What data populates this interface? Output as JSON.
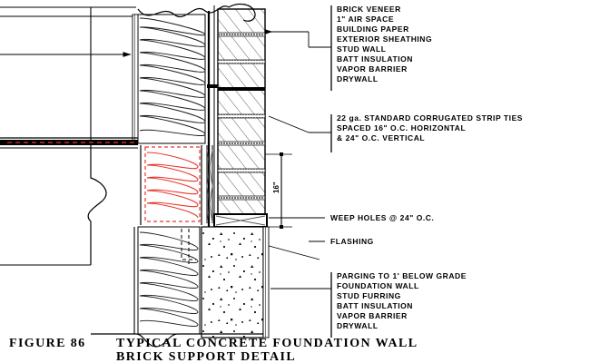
{
  "figure": {
    "number_label": "FIGURE 86",
    "title_line1": "TYPICAL CONCRETE FOUNDATION WALL",
    "title_line2": "BRICK SUPPORT DETAIL"
  },
  "colors": {
    "line": "#000000",
    "highlight": "#e8372c",
    "background": "#ffffff",
    "hatch": "#555555"
  },
  "callouts": {
    "top_assembly": {
      "name": "wall-assembly-callout",
      "items": [
        "BRICK VENEER",
        "1\" AIR SPACE",
        "BUILDING PAPER",
        "EXTERIOR SHEATHING",
        "STUD WALL",
        "BATT INSULATION",
        "VAPOR BARRIER",
        "DRYWALL"
      ]
    },
    "ties": {
      "name": "strip-ties-callout",
      "items": [
        "22 ga. STANDARD CORRUGATED STRIP TIES",
        "SPACED 16\" O.C. HORIZONTAL",
        "& 24\" O.C. VERTICAL"
      ]
    },
    "weep_holes": {
      "name": "weep-holes-callout",
      "text": "WEEP HOLES @ 24\" O.C."
    },
    "flashing": {
      "name": "flashing-callout",
      "text": "FLASHING"
    },
    "foundation_assembly": {
      "name": "foundation-assembly-callout",
      "items": [
        "PARGING TO 1' BELOW GRADE",
        "FOUNDATION WALL",
        "STUD FURRING",
        "BATT INSULATION",
        "VAPOR BARRIER",
        "DRYWALL"
      ]
    }
  },
  "dimensions": {
    "brick_support": {
      "name": "brick-support-dimension",
      "value": "16\"",
      "orientation": "vertical"
    }
  }
}
